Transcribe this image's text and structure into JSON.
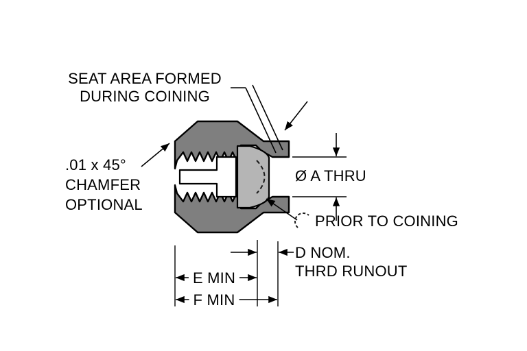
{
  "drawing": {
    "colors": {
      "background": "#ffffff",
      "body_fill": "#7f7f7f",
      "seat_fill": "#b5b5b5",
      "bore_fill": "#ffffff",
      "line": "#000000"
    },
    "callouts": {
      "seat_area_line1": "SEAT AREA FORMED",
      "seat_area_line2": "DURING COINING",
      "chamfer_line1": ".01 x 45°",
      "chamfer_line2": "CHAMFER",
      "chamfer_line3": "OPTIONAL",
      "bore_dia": "Ø A THRU",
      "prior_to_coining": "PRIOR TO COINING",
      "runout_line1": "D NOM.",
      "runout_line2": "THRD RUNOUT",
      "e_min": "E MIN",
      "f_min": "F MIN"
    }
  }
}
